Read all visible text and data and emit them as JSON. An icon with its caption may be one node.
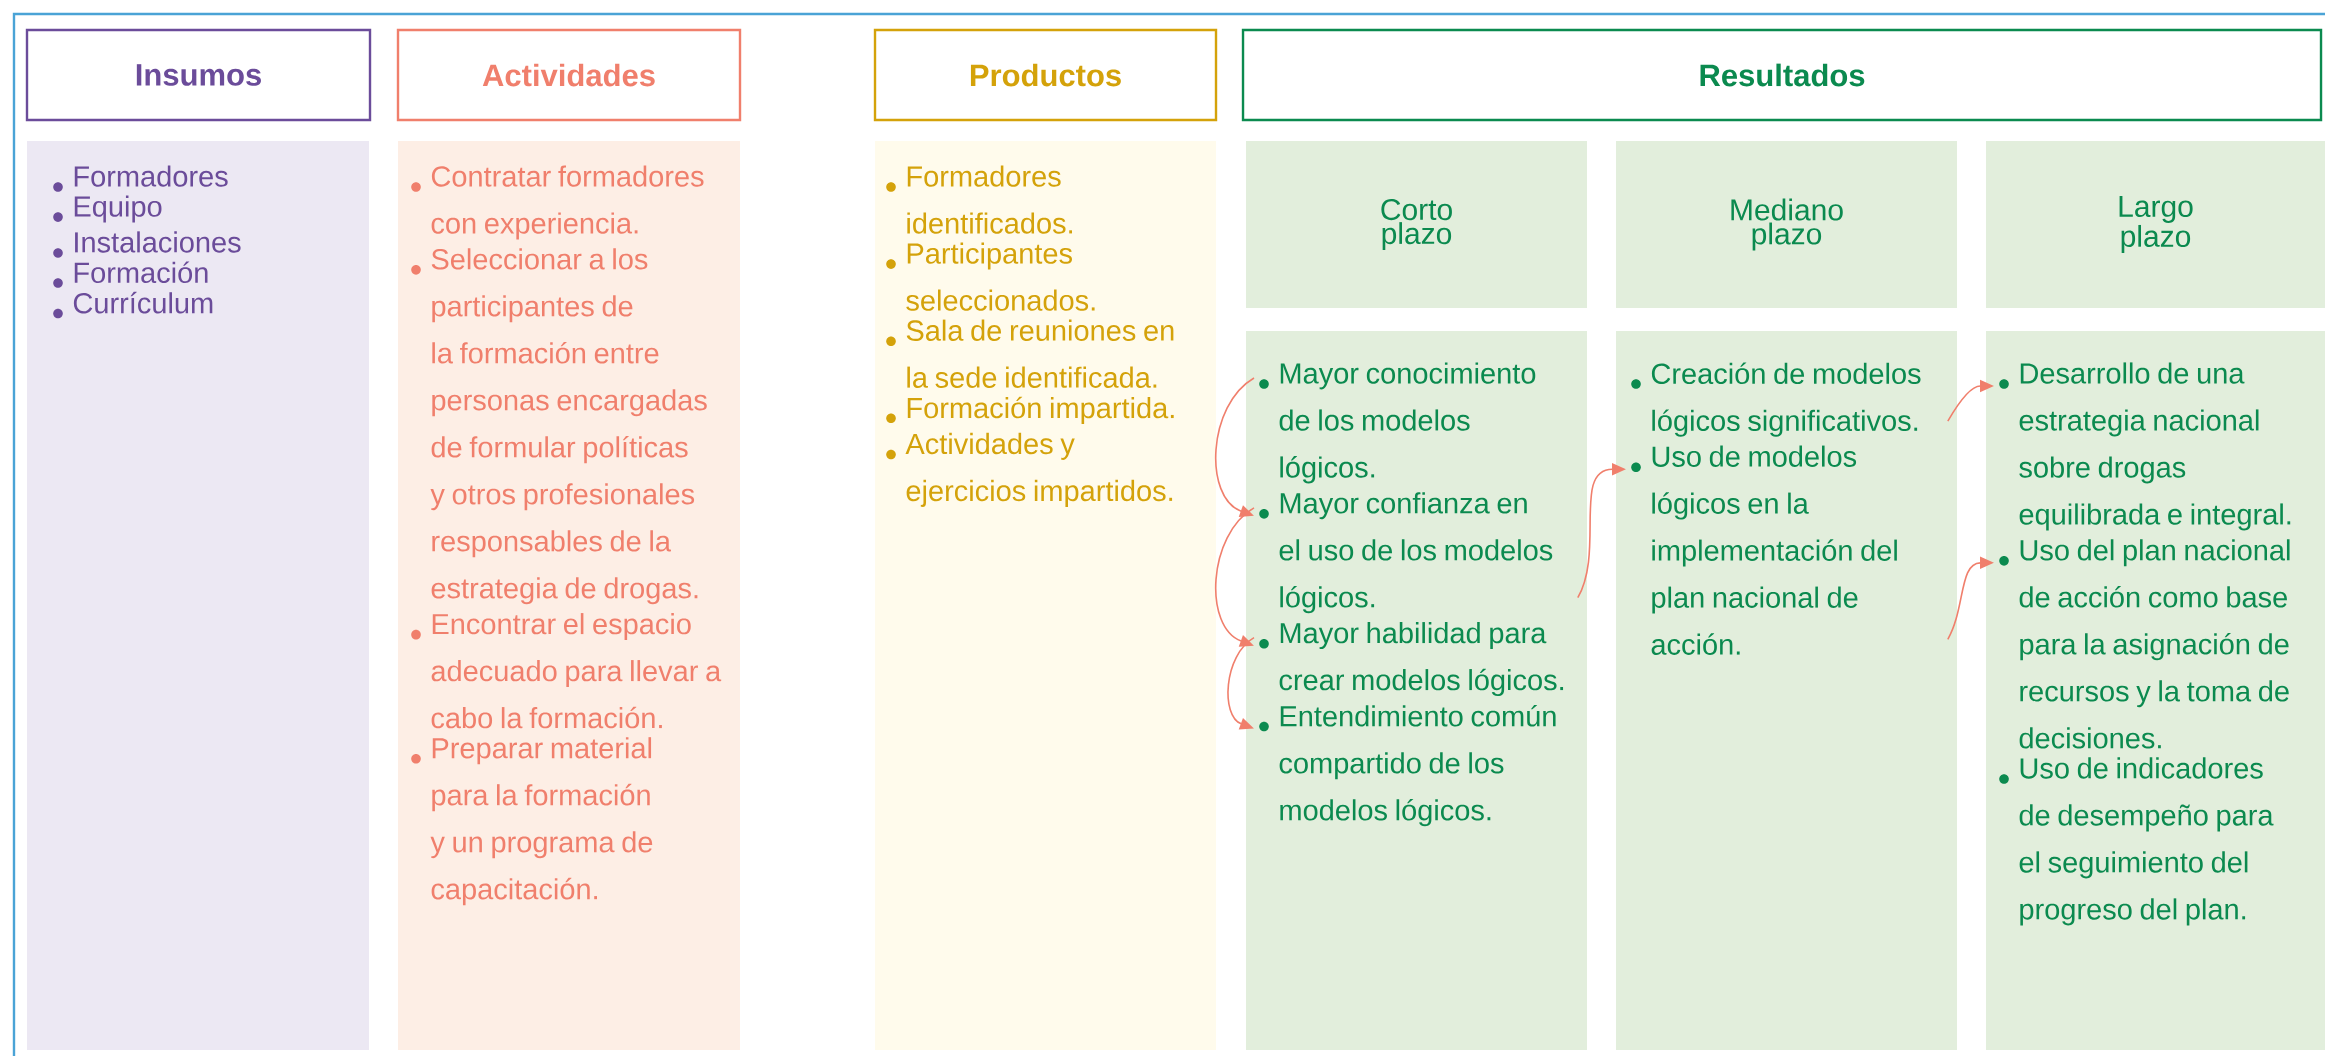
{
  "diagram": {
    "nodes": [
      {
        "text": [
          "Insumos"
        ]
      },
      {
        "text": [
          "Actividades"
        ]
      },
      {
        "text": [
          "Productos"
        ]
      },
      {
        "text": [
          "Resultados"
        ]
      },
      {
        "text": [
          "Formadores",
          "Equipo",
          "Instalaciones",
          "Formación",
          "Currículum"
        ]
      },
      {
        "text": [
          "Contratar formadores con experiencia.",
          "Seleccionar a los participantes de la formación entre personas encargadas de formular políticas y otros profesionales responsables de la estrategia de drogas.",
          "Encontrar el espacio adecuado para llevar a cabo la formación.",
          "Preparar material para la formación y un programa de capacitación."
        ]
      },
      {
        "text": [
          "Formadores identificados.",
          "Participantes seleccionados.",
          "Sala de reuniones en la sede identificada.",
          "Formación impartida.",
          "Actividades y ejercicios impartidos."
        ]
      },
      {
        "text": [
          "Corto plazo"
        ]
      },
      {
        "text": [
          "Mediano plazo"
        ]
      },
      {
        "text": [
          "Largo plazo"
        ]
      },
      {
        "text": [],
        "shape": "box"
      },
      {
        "text": [],
        "shape": "box"
      },
      {
        "text": [],
        "shape": "box"
      },
      {
        "text": [
          "Mayor conocimiento de los modelos lógicos."
        ],
        "in": 10
      },
      {
        "text": [
          "Mayor confianza en el uso de los modelos lógicos."
        ],
        "in": 10
      },
      {
        "text": [
          "Mayor habilidad para crear modelos lógicos."
        ],
        "in": 10
      },
      {
        "text": [
          "Entendimiento común compartido de los modelos lógicos."
        ],
        "in": 10
      },
      {
        "text": [
          "Creación de modelos lógicos significativos."
        ],
        "in": 11
      },
      {
        "text": [
          "Uso de modelos lógicos en la implementación del plan nacional de acción."
        ],
        "in": 11
      },
      {
        "text": [
          "Desarrollo de una estrategia nacional sobre drogas equilibrada e integral."
        ],
        "in": 12
      },
      {
        "text": [
          "Uso del plan nacional de acción como base para la asignación de recursos y la toma de decisiones."
        ],
        "in": 12
      },
      {
        "text": [
          "Uso de indicadores de desempeño para el seguimiento del progreso del plan."
        ],
        "in": 12
      }
    ],
    "edges": [
      {
        "from": 13,
        "to": 14,
        "arrow": "to"
      },
      {
        "from": 14,
        "to": 15,
        "arrow": "to"
      },
      {
        "from": 15,
        "to": 16,
        "arrow": "to"
      },
      {
        "from": 14,
        "to": 18,
        "arrow": "to"
      },
      {
        "from": 17,
        "to": 19,
        "arrow": "to"
      },
      {
        "from": 18,
        "to": 20,
        "arrow": "to"
      }
    ]
  }
}
